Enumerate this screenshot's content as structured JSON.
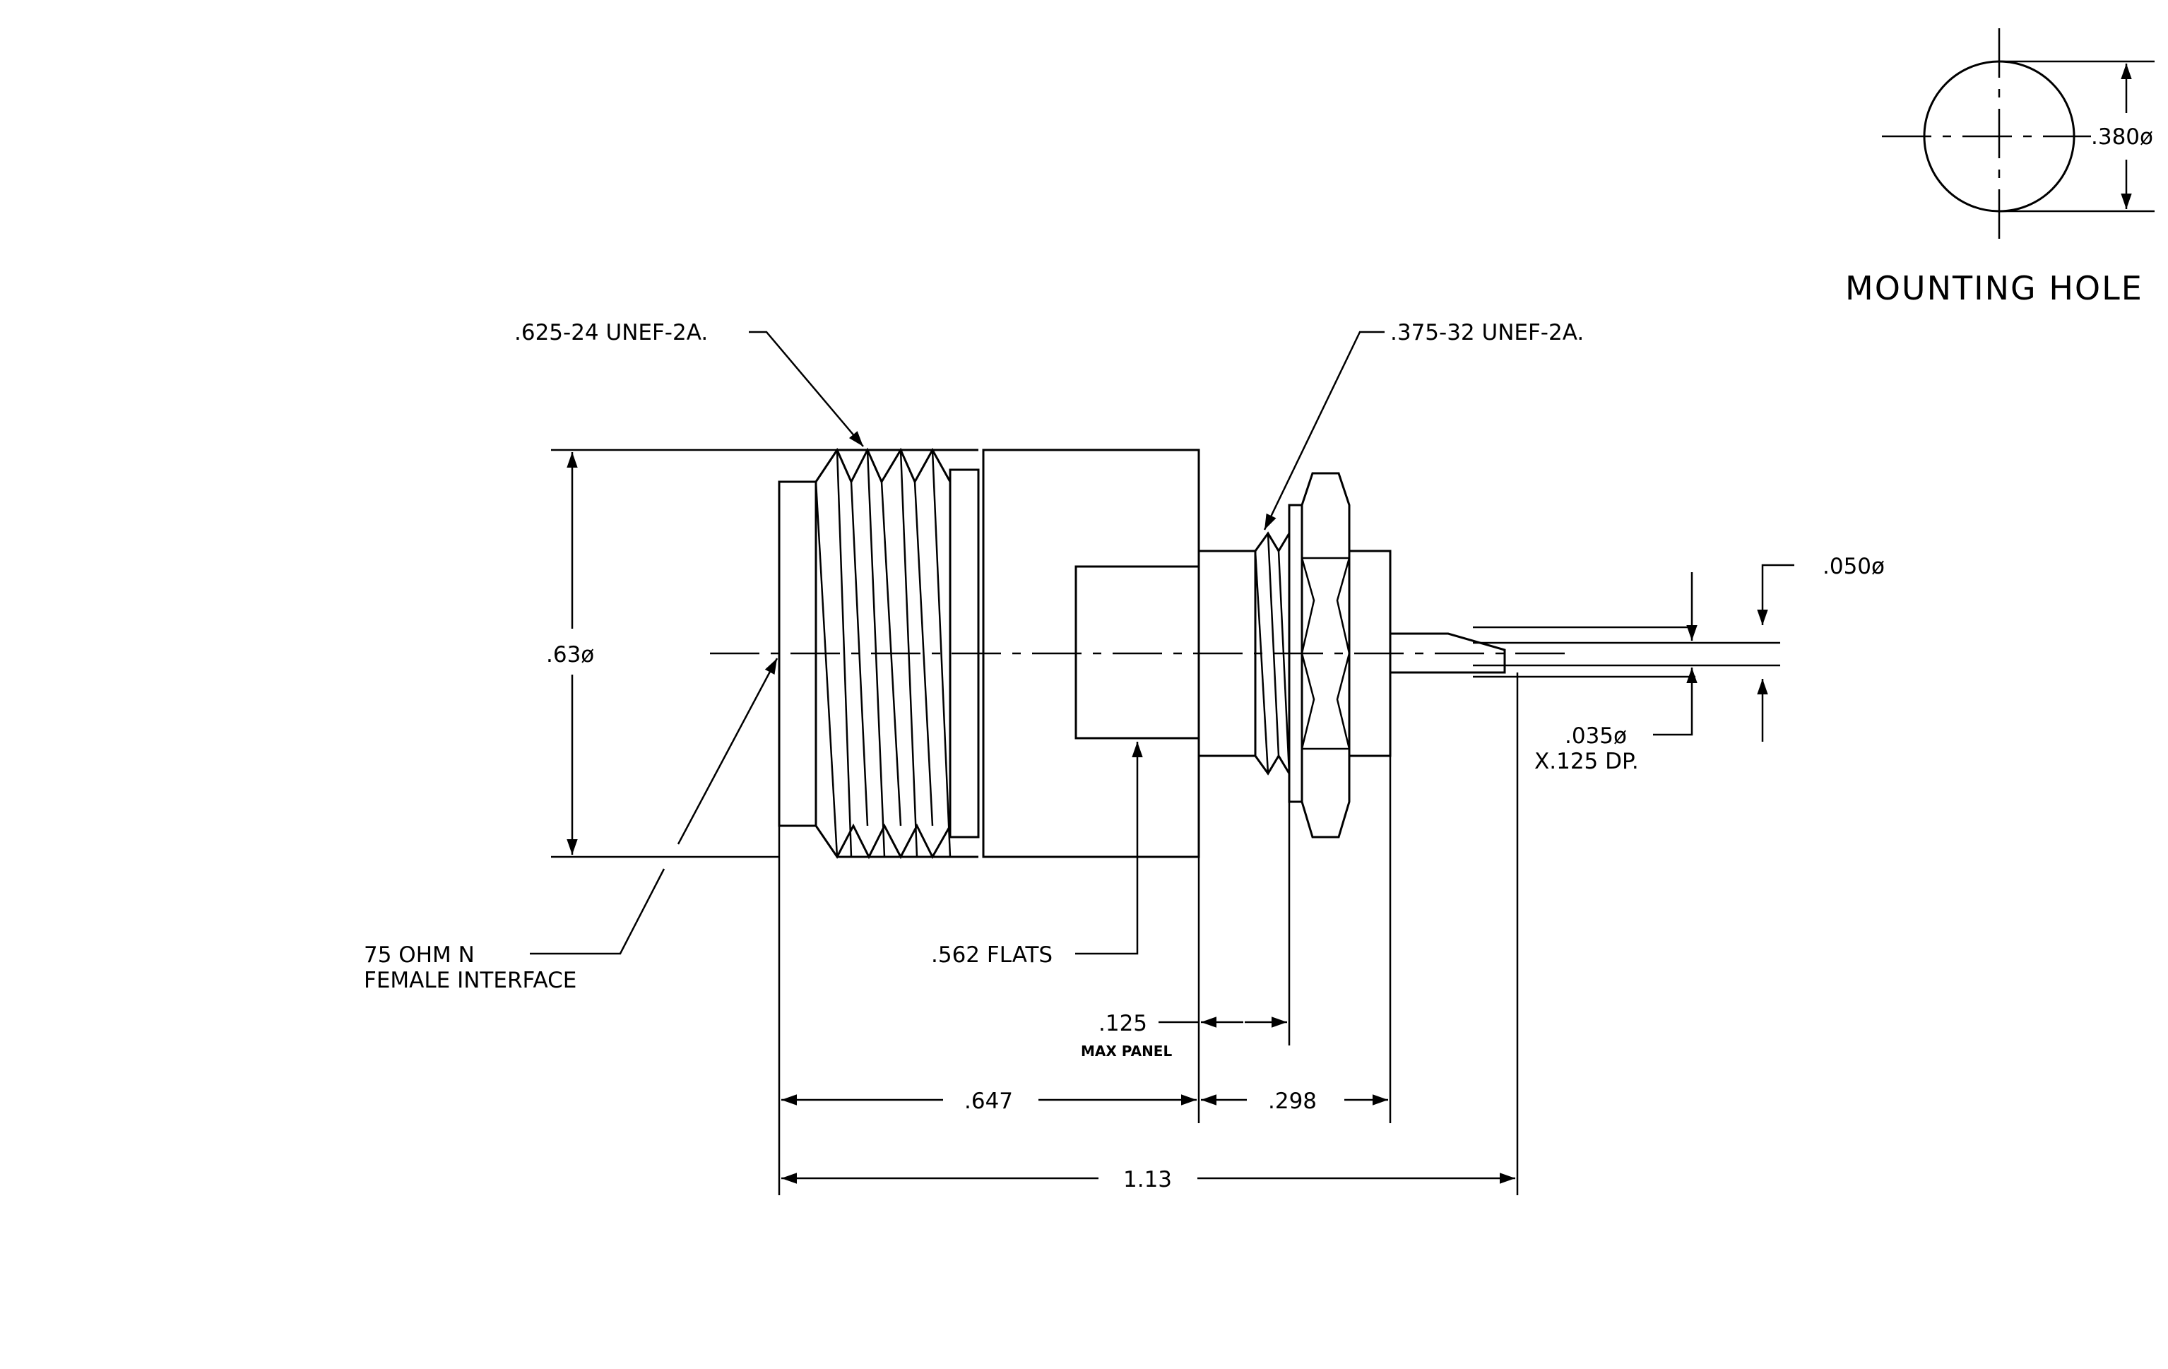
{
  "mounting_hole": {
    "title": "MOUNTING HOLE",
    "diameter": ".380ø"
  },
  "labels": {
    "thread_large": ".625-24 UNEF-2A.",
    "thread_small": ".375-32 UNEF-2A.",
    "diameter_body": ".63ø",
    "interface_line1": "75 OHM N",
    "interface_line2": "FEMALE INTERFACE",
    "flats": ".562 FLATS",
    "panel_value": ".125",
    "panel_note": "MAX PANEL",
    "len_front": ".647",
    "len_rear": ".298",
    "len_total": "1.13",
    "pin_outer": ".050ø",
    "pin_inner": ".035ø",
    "pin_depth": "X.125 DP."
  }
}
